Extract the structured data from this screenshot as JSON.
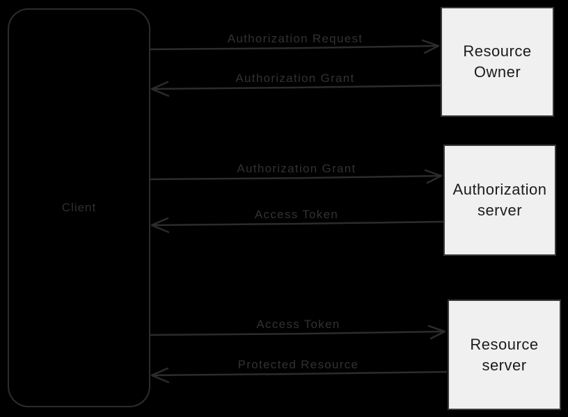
{
  "diagram": {
    "type": "sequence-flow",
    "nodes": {
      "client": {
        "label": "Client"
      },
      "targets": [
        {
          "id": "resource-owner",
          "label": "Resource Owner"
        },
        {
          "id": "authorization-server",
          "label": "Authorization server"
        },
        {
          "id": "resource-server",
          "label": "Resource server"
        }
      ]
    },
    "messages": [
      {
        "label": "Authorization Request",
        "direction": "right",
        "from": "Client",
        "to": "Resource Owner"
      },
      {
        "label": "Authorization Grant",
        "direction": "left",
        "from": "Resource Owner",
        "to": "Client"
      },
      {
        "label": "Authorization Grant",
        "direction": "right",
        "from": "Client",
        "to": "Authorization server"
      },
      {
        "label": "Access Token",
        "direction": "left",
        "from": "Authorization server",
        "to": "Client"
      },
      {
        "label": "Access Token",
        "direction": "right",
        "from": "Client",
        "to": "Resource server"
      },
      {
        "label": "Protected Resource",
        "direction": "left",
        "from": "Resource server",
        "to": "Client"
      }
    ],
    "colors": {
      "background": "#000000",
      "stroke": "#2c2c2c",
      "message_text": "#323232",
      "node_fill": "#f0f0f0",
      "node_text": "#1b1b1b",
      "node_border": "#3a3a3a"
    }
  }
}
